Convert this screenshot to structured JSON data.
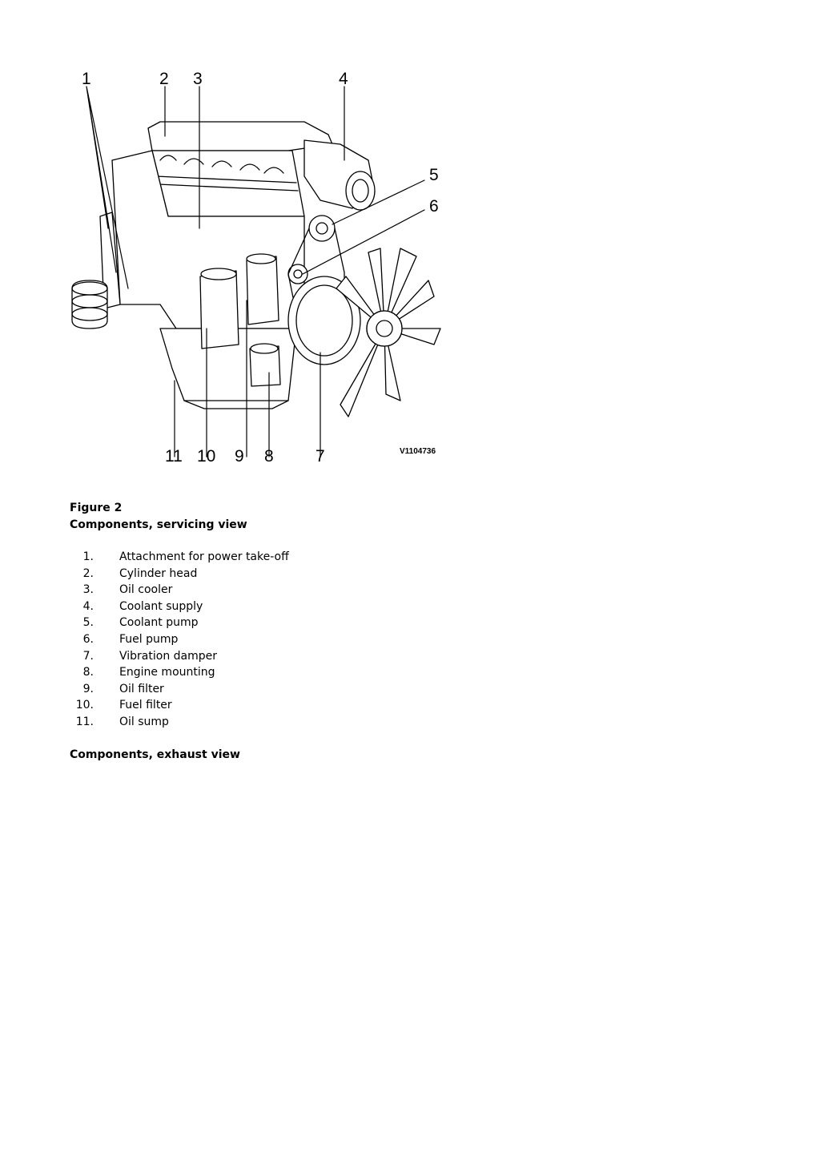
{
  "figure": {
    "callouts": [
      "1",
      "2",
      "3",
      "4",
      "5",
      "6",
      "7",
      "8",
      "9",
      "10",
      "11"
    ],
    "image_id": "V1104736"
  },
  "caption": {
    "number": "Figure 2",
    "title": "Components, servicing view"
  },
  "legend": [
    {
      "num": "1.",
      "label": "Attachment for power take-off"
    },
    {
      "num": "2.",
      "label": "Cylinder head"
    },
    {
      "num": "3.",
      "label": "Oil cooler"
    },
    {
      "num": "4.",
      "label": "Coolant supply"
    },
    {
      "num": "5.",
      "label": "Coolant pump"
    },
    {
      "num": "6.",
      "label": "Fuel pump"
    },
    {
      "num": "7.",
      "label": "Vibration damper"
    },
    {
      "num": "8.",
      "label": "Engine mounting"
    },
    {
      "num": "9.",
      "label": "Oil filter"
    },
    {
      "num": "10.",
      "label": "Fuel filter"
    },
    {
      "num": "11.",
      "label": "Oil sump"
    }
  ],
  "next_section": {
    "title": "Components, exhaust view"
  }
}
